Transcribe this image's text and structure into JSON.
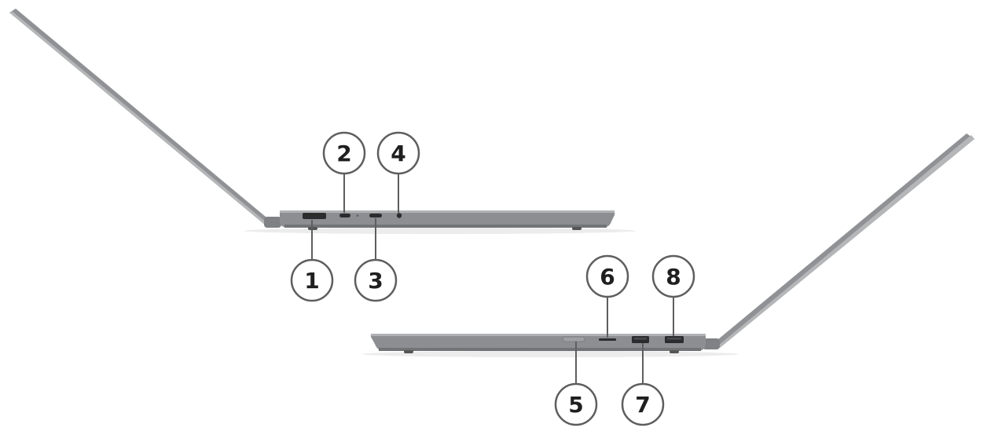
{
  "colors": {
    "chassis": "#8c8e91",
    "chassis_light": "#a9abae",
    "chassis_dark": "#6d6f72",
    "port": "#2b2c2e",
    "callout_ring": "#5e5e5e",
    "callout_text": "#1f1f1f",
    "shadow": "#e9e9e9"
  },
  "callouts": [
    {
      "id": "1",
      "label": "1"
    },
    {
      "id": "2",
      "label": "2"
    },
    {
      "id": "3",
      "label": "3"
    },
    {
      "id": "4",
      "label": "4"
    },
    {
      "id": "5",
      "label": "5"
    },
    {
      "id": "6",
      "label": "6"
    },
    {
      "id": "7",
      "label": "7"
    },
    {
      "id": "8",
      "label": "8"
    }
  ]
}
